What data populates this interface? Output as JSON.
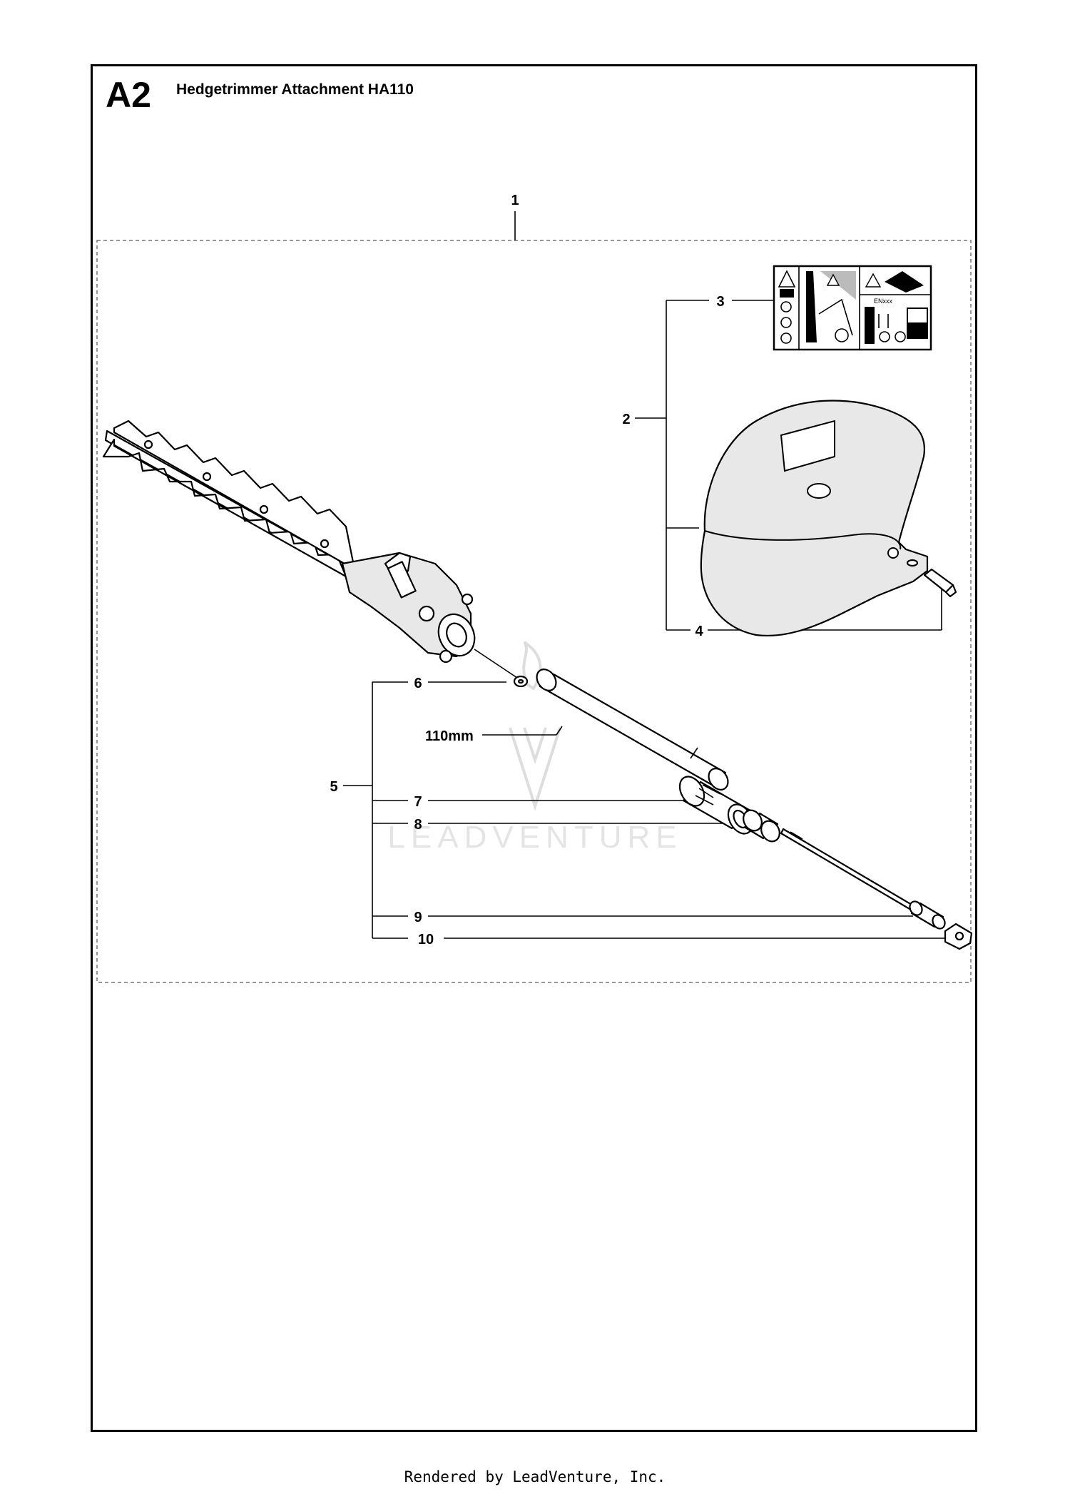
{
  "header": {
    "section_code": "A2",
    "title": "Hedgetrimmer Attachment HA110"
  },
  "callouts": [
    {
      "id": "c1",
      "text": "1"
    },
    {
      "id": "c2",
      "text": "2"
    },
    {
      "id": "c3",
      "text": "3"
    },
    {
      "id": "c4",
      "text": "4"
    },
    {
      "id": "c5",
      "text": "5"
    },
    {
      "id": "c6",
      "text": "6"
    },
    {
      "id": "c7",
      "text": "7"
    },
    {
      "id": "c8",
      "text": "8"
    },
    {
      "id": "c9",
      "text": "9"
    },
    {
      "id": "c10",
      "text": "10"
    }
  ],
  "dimension_label": "110mm",
  "watermark": "LEADVENTURE",
  "footer": "Rendered by LeadVenture, Inc."
}
